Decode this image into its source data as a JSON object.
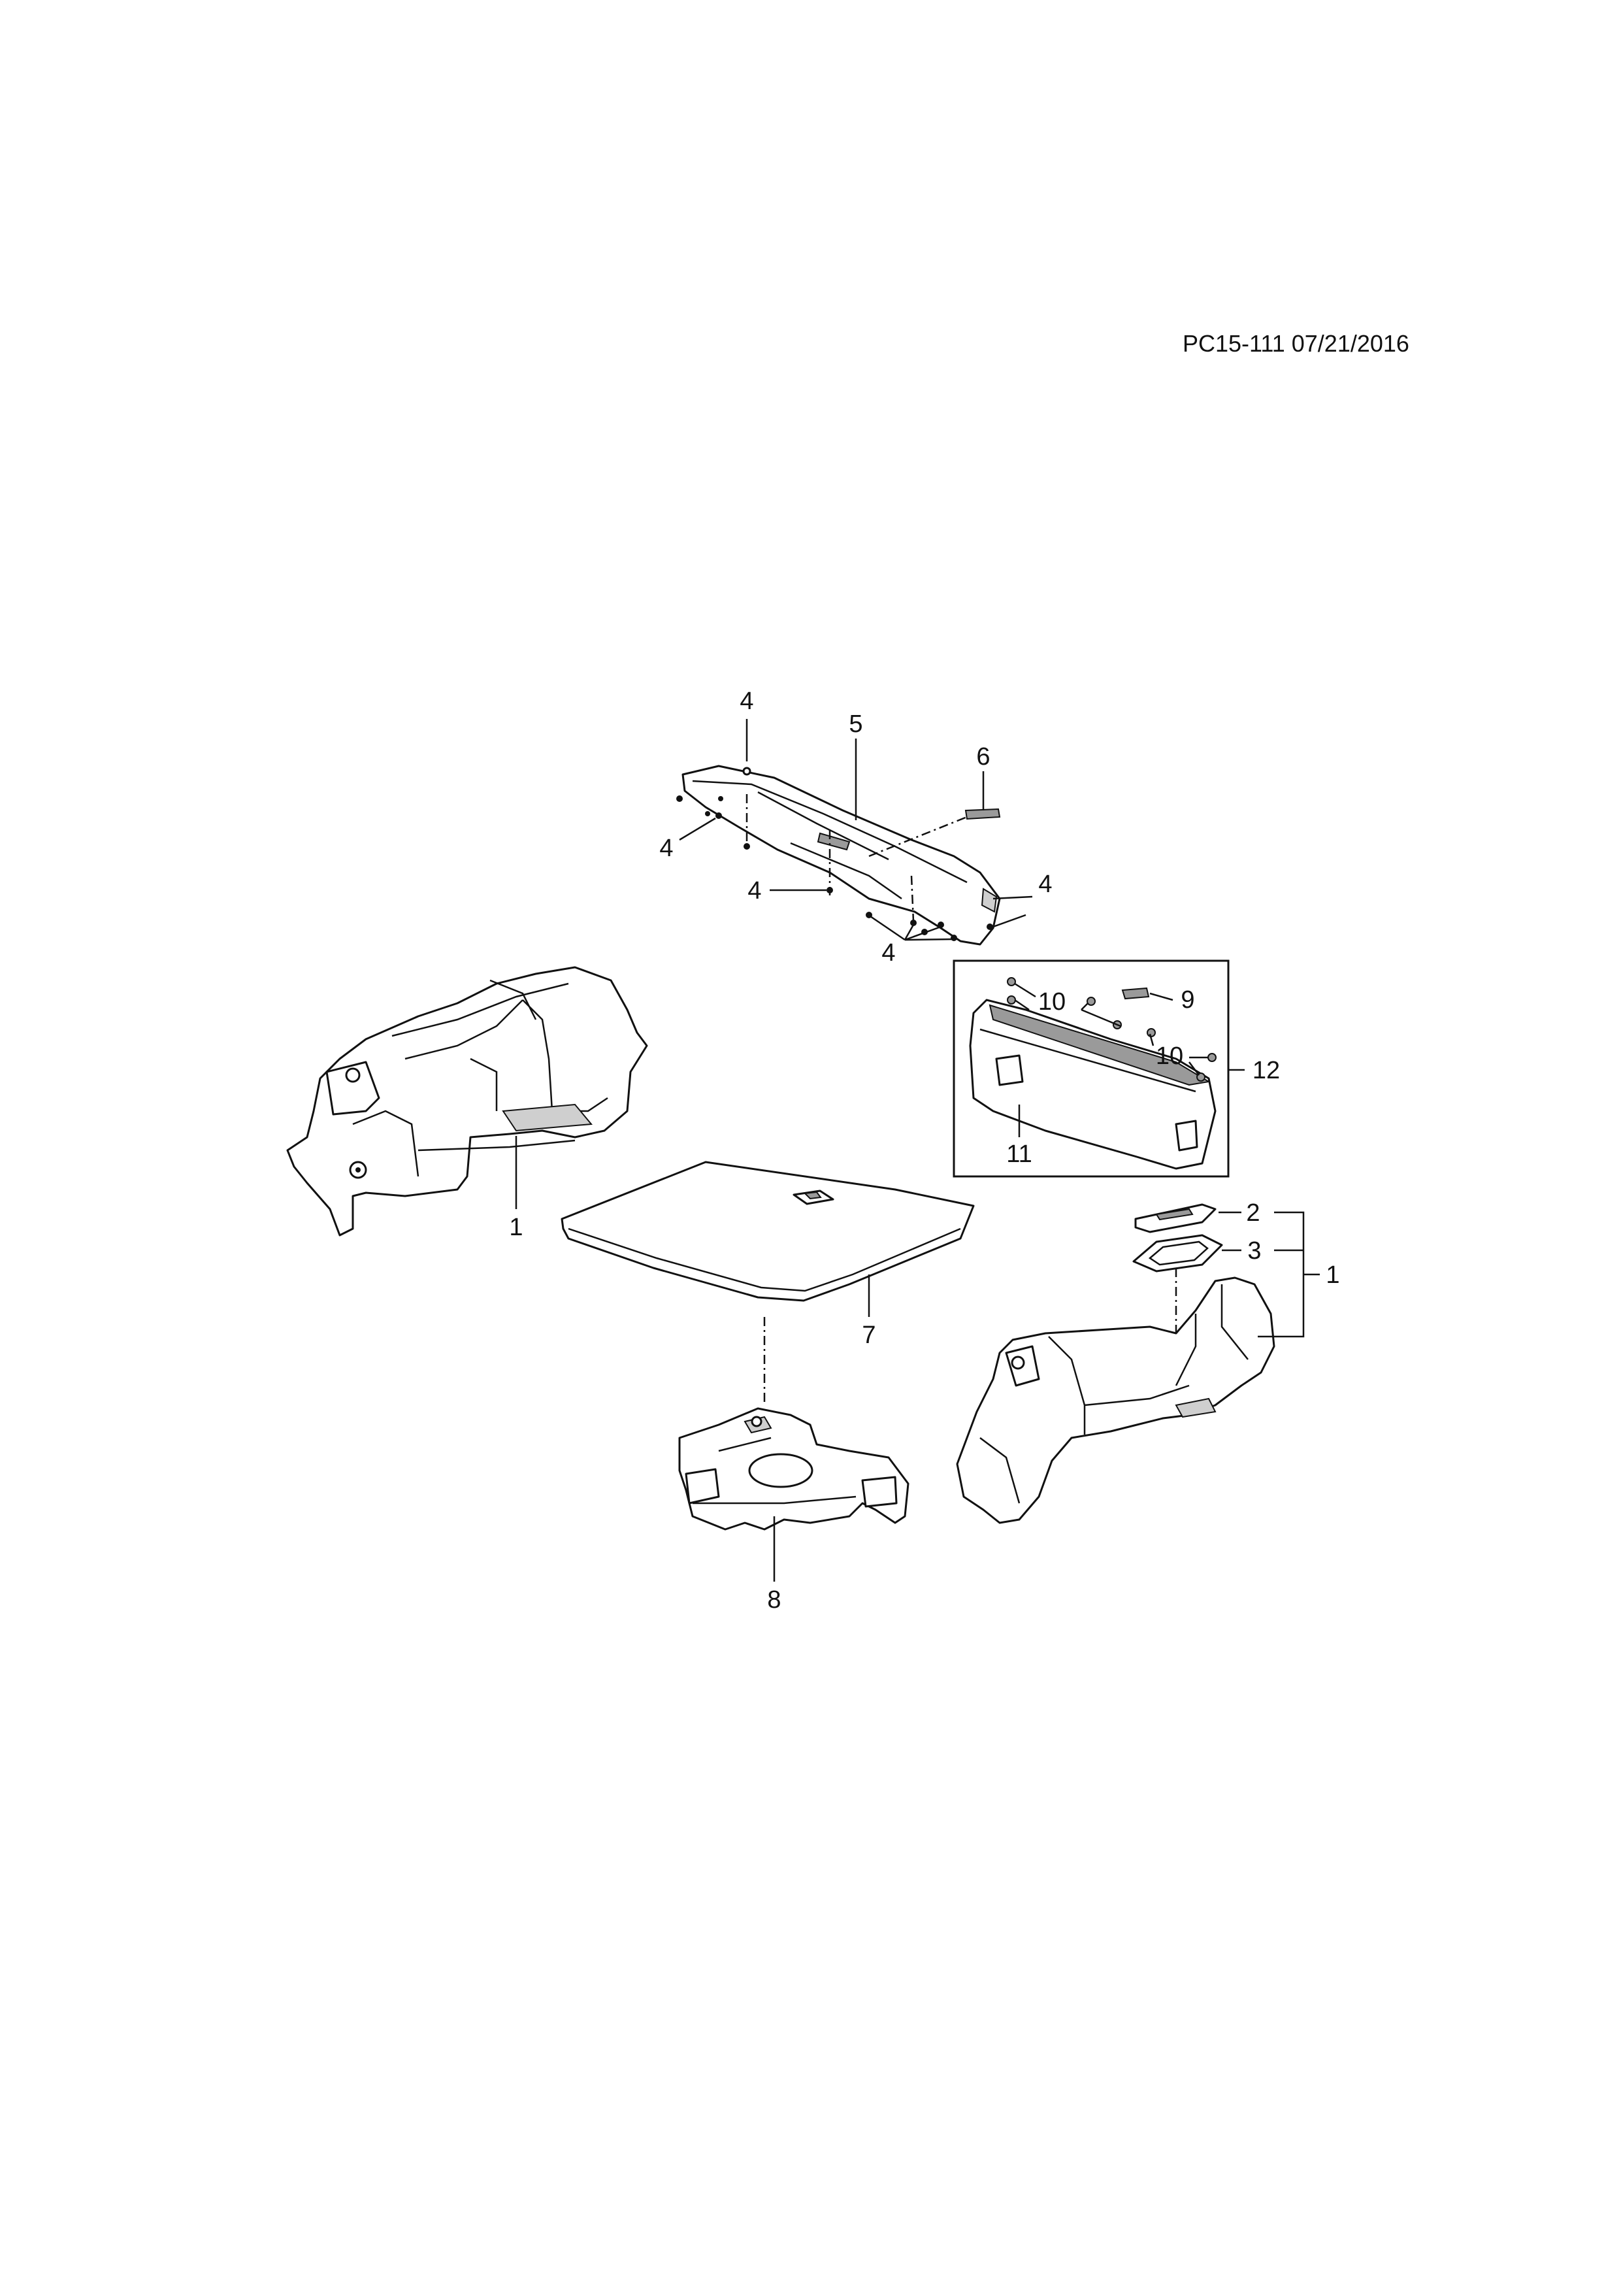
{
  "header": {
    "doc_id": "PC15-111 07/21/2016"
  },
  "callouts": {
    "c1_left": "1",
    "c1_right": "1",
    "c2": "2",
    "c3": "3",
    "c4_top": "4",
    "c4_left": "4",
    "c4_mid": "4",
    "c4_right": "4",
    "c4_bottom": "4",
    "c5": "5",
    "c6": "6",
    "c7": "7",
    "c8": "8",
    "c9": "9",
    "c10_a": "10",
    "c10_b": "10",
    "c11": "11",
    "c12": "12"
  }
}
